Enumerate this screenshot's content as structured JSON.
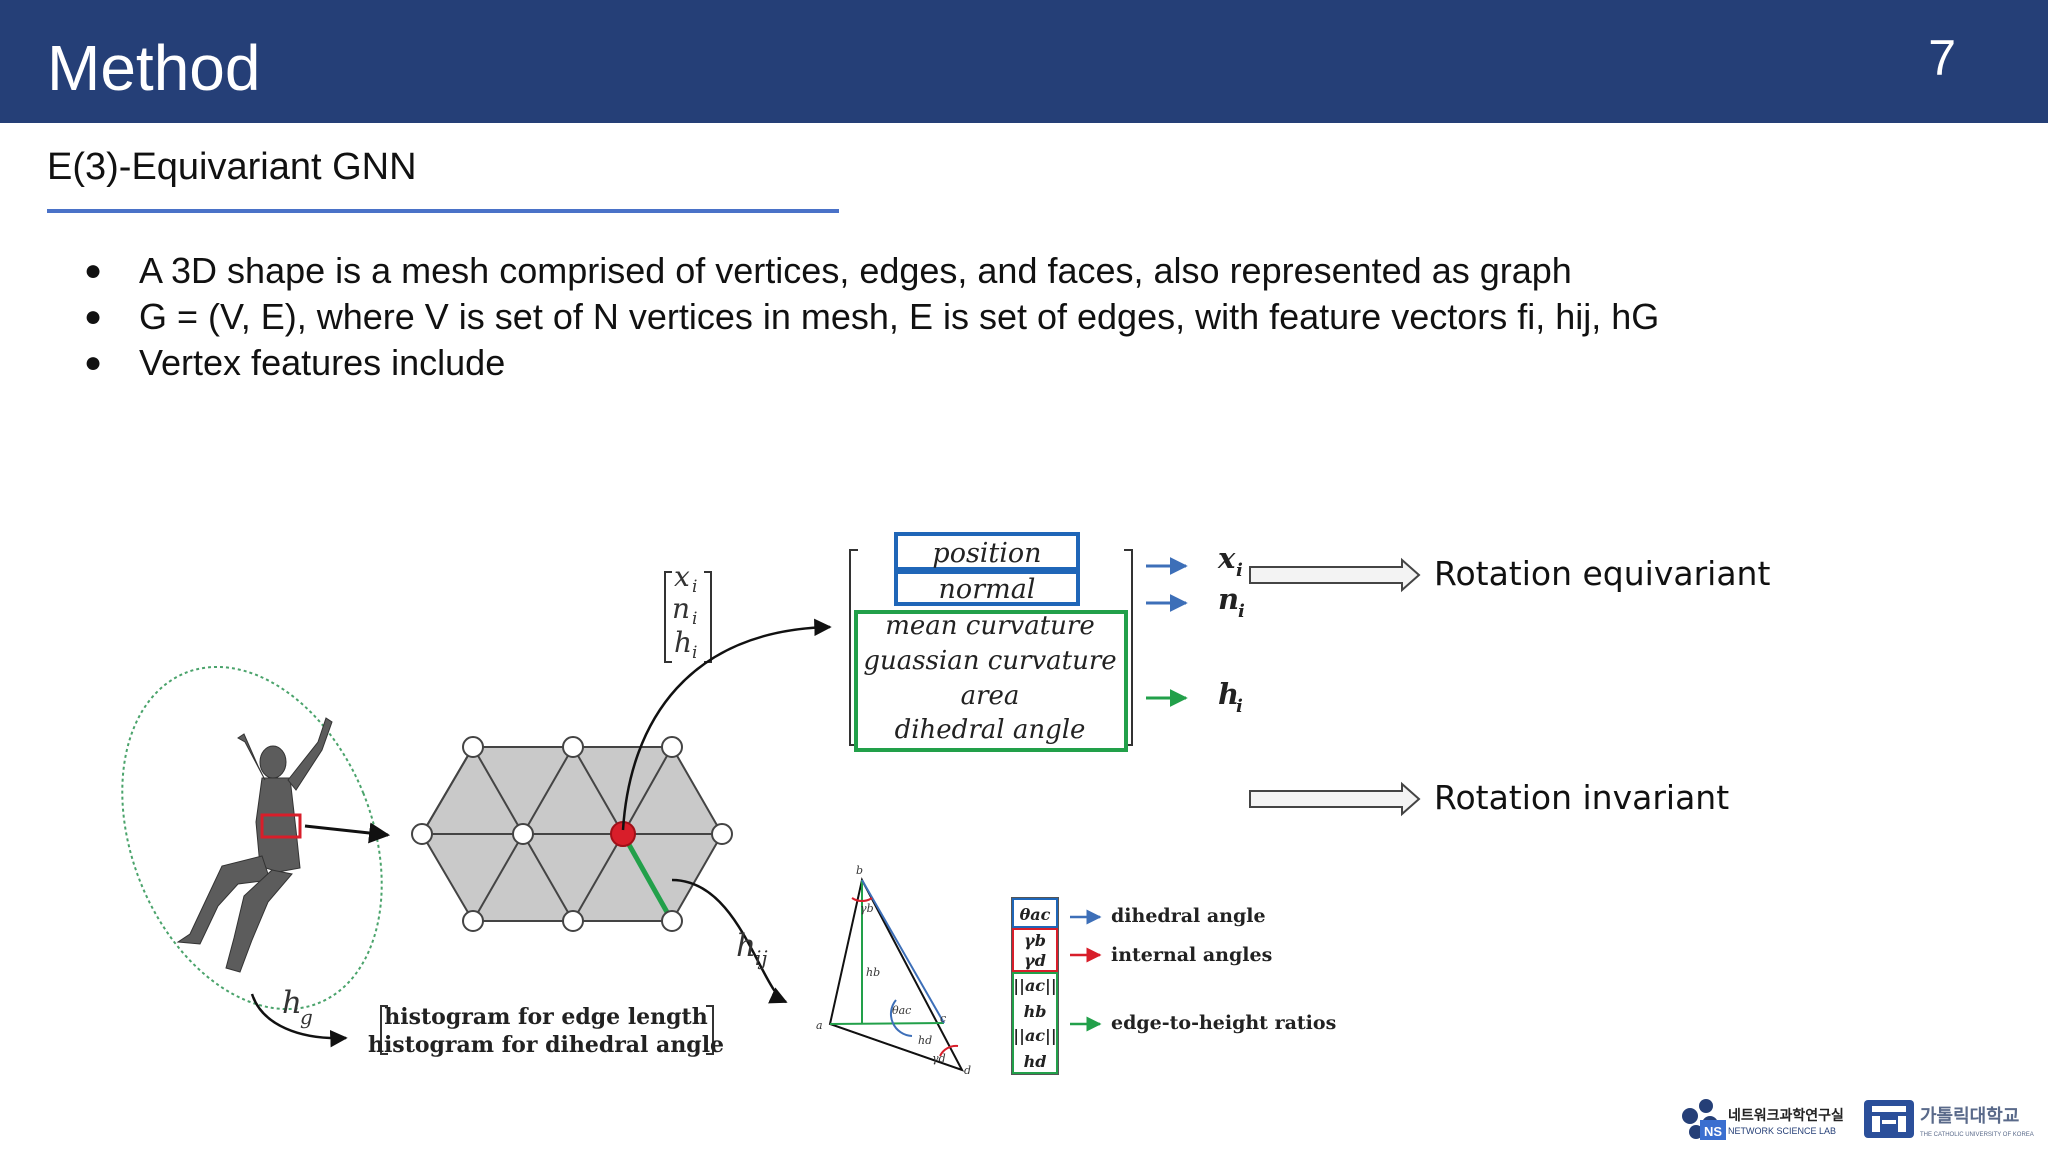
{
  "slide": {
    "title": "Method",
    "page_number": "7",
    "subtitle": "E(3)-Equivariant GNN",
    "bullets": [
      "A 3D shape is a mesh comprised of vertices, edges, and faces, also represented as graph",
      "G = (V, E), where V is set of N vertices in mesh, E is set of edges, with feature vectors fi, hij, hG",
      "Vertex features include"
    ],
    "bullet_glyph": "●"
  },
  "figure": {
    "vector_labels": [
      "x",
      "n",
      "h"
    ],
    "vector_subscript": "i",
    "feature_boxes": {
      "blue": [
        "position",
        "normal"
      ],
      "green": [
        "mean curvature",
        "guassian curvature",
        "area",
        "dihedral angle"
      ]
    },
    "outputs": [
      "x",
      "n",
      "h"
    ],
    "output_subscript": "i",
    "rotation_labels": [
      "Rotation equivariant",
      "Rotation invariant"
    ],
    "edge_label": "h",
    "edge_subscript": "ij",
    "graph_label": "h",
    "graph_subscript": "g",
    "histograms": [
      "histogram for edge length",
      "histogram for dihedral angle"
    ],
    "triangle_vertex_labels": [
      "b",
      "a",
      "c",
      "d"
    ],
    "triangle_inner_labels": [
      "γb",
      "hb",
      "θac",
      "hd",
      "γd"
    ],
    "edge_feature_cells": [
      "θac",
      "γb",
      "γd",
      "||ac||",
      "hb",
      "||ac||",
      "hd"
    ],
    "edge_feature_labels": [
      "dihedral angle",
      "internal angles",
      "edge-to-height ratios"
    ],
    "colors": {
      "blue": "#1f66b8",
      "green": "#22a04a",
      "red": "#d81e2a",
      "arrow_blue": "#3d6fb8",
      "header": "#253f77"
    }
  },
  "logos": {
    "lab_initials": "NS",
    "lab_name_kr": "네트워크과학연구실",
    "lab_name_en": "NETWORK SCIENCE LAB",
    "university_kr": "가톨릭대학교",
    "university_en": "THE CATHOLIC UNIVERSITY OF KOREA"
  }
}
